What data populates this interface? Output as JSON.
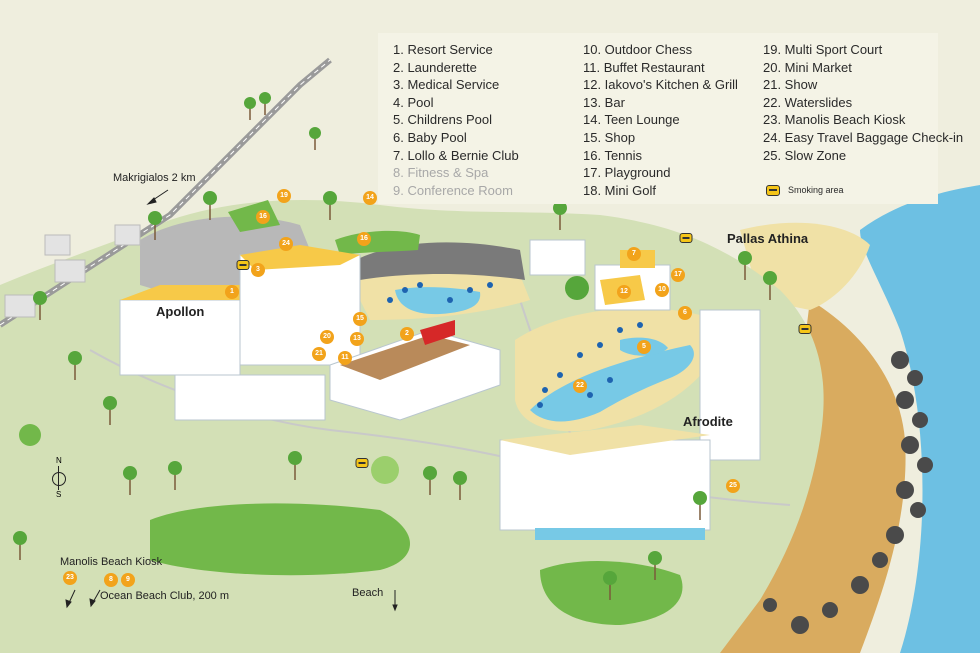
{
  "legend": {
    "col1": [
      "1. Resort Service",
      "2. Launderette",
      "3. Medical Service",
      "4. Pool",
      "5. Childrens Pool",
      "6. Baby Pool",
      "7. Lollo & Bernie Club",
      "8. Fitness & Spa",
      "9. Conference Room"
    ],
    "col2": [
      "10. Outdoor Chess",
      "11. Buffet Restaurant",
      "12. Iakovo's Kitchen & Grill",
      "13. Bar",
      "14. Teen Lounge",
      "15. Shop",
      "16. Tennis",
      "17. Playground",
      "18. Mini Golf"
    ],
    "col3": [
      "19. Multi Sport Court",
      "20. Mini Market",
      "21. Show",
      "22. Waterslides",
      "23. Manolis Beach Kiosk",
      "24. Easy Travel Baggage Check-in",
      "25. Slow Zone"
    ],
    "smoking_area": "Smoking area"
  },
  "labels": {
    "apollon": "Apollon",
    "pallas_athina": "Pallas Athina",
    "afrodite": "Afrodite",
    "makrigialos": "Makrigialos 2 km",
    "manolis_kiosk": "Manolis Beach Kiosk",
    "ocean_club": "Ocean Beach Club, 200 m",
    "beach": "Beach",
    "compass_n": "N",
    "compass_s": "S"
  },
  "pins": [
    "19",
    "16",
    "14",
    "24",
    "16",
    "3",
    "1",
    "15",
    "20",
    "13",
    "21",
    "11",
    "2",
    "7",
    "12",
    "10",
    "17",
    "6",
    "5",
    "22",
    "25",
    "23",
    "8",
    "9"
  ],
  "colors": {
    "land": "#d3e0b6",
    "sand": "#f0e1a6",
    "sea": "#6dc0e3",
    "beach": "#d9ab5f",
    "pool": "#77c9e6",
    "roof": "#f7c948",
    "pin": "#f2a31b",
    "trees": "#72b84a"
  }
}
